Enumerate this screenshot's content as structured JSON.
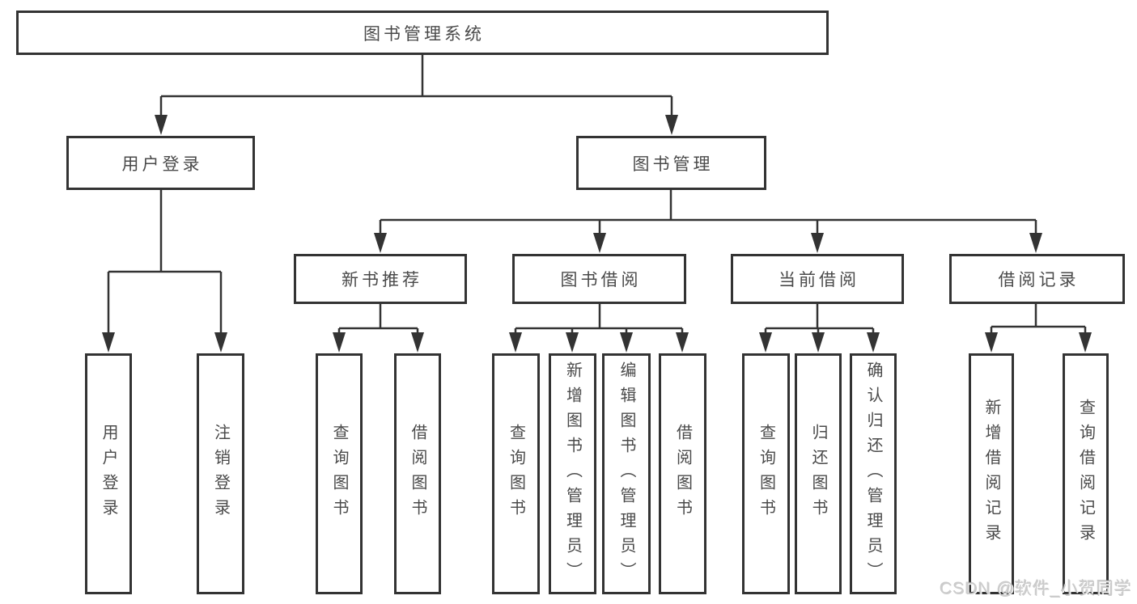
{
  "tree": {
    "label": "图书管理系统",
    "children": [
      {
        "label": "用户登录",
        "children": [
          {
            "label": "用户登录"
          },
          {
            "label": "注销登录"
          }
        ]
      },
      {
        "label": "图书管理",
        "children": [
          {
            "label": "新书推荐",
            "children": [
              {
                "label": "查询图书"
              },
              {
                "label": "借阅图书"
              }
            ]
          },
          {
            "label": "图书借阅",
            "children": [
              {
                "label": "查询图书"
              },
              {
                "label": "新增图书（管理员）"
              },
              {
                "label": "编辑图书（管理员）"
              },
              {
                "label": "借阅图书"
              }
            ]
          },
          {
            "label": "当前借阅",
            "children": [
              {
                "label": "查询图书"
              },
              {
                "label": "归还图书"
              },
              {
                "label": "确认归还（管理员）"
              }
            ]
          },
          {
            "label": "借阅记录",
            "children": [
              {
                "label": "新增借阅记录"
              },
              {
                "label": "查询借阅记录"
              }
            ]
          }
        ]
      }
    ]
  },
  "watermark": "CSDN @软件_小贺同学",
  "colors": {
    "line": "#333333",
    "text": "#4a4a4a",
    "background": "#ffffff",
    "watermark": "#cccccc"
  }
}
